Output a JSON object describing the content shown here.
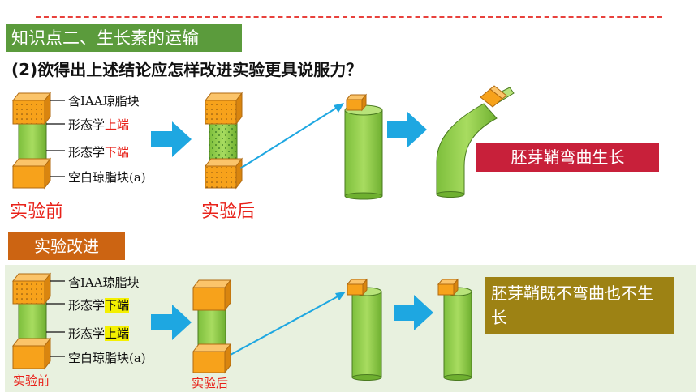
{
  "section_title": "知识点二、生长素的运输",
  "question": "(2)欲得出上述结论应怎样改进实验更具说服力？",
  "top": {
    "labels": {
      "block_top": "含IAA琼脂块",
      "morph_upper_prefix": "形态学",
      "morph_upper_suffix": "上端",
      "morph_lower_prefix": "形态学",
      "morph_lower_suffix": "下端",
      "block_bottom": "空白琼脂块(a)"
    },
    "before_label": "实验前",
    "after_label": "实验后",
    "result": "胚芽鞘弯曲生长"
  },
  "improve_title": "实验改进",
  "bottom": {
    "labels": {
      "block_top": "含IAA琼脂块",
      "morph_lower_prefix": "形态学",
      "morph_lower_suffix": "下端",
      "morph_upper_prefix": "形态学",
      "morph_upper_suffix": "上端",
      "block_bottom": "空白琼脂块(a)"
    },
    "before_label": "实验前",
    "after_label": "实验后",
    "result": "胚芽鞘既不弯曲也不生长"
  },
  "colors": {
    "section_bg": "#5b9b3c",
    "result1_bg": "#c8203a",
    "improve_bg": "#cc6412",
    "panel_bg": "#e8f1df",
    "result2_bg": "#9d8214",
    "stem_green": "#92d050",
    "agar_orange": "#f7a21b",
    "arrow_blue": "#1ea7e1",
    "label_red": "#e8221a"
  }
}
